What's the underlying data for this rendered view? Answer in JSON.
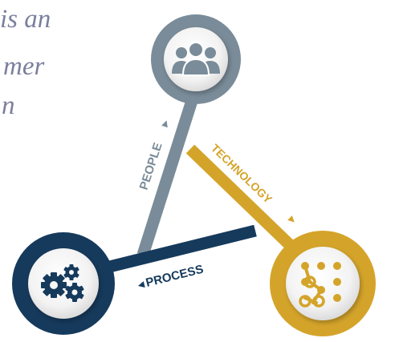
{
  "quote": {
    "line1": "is an",
    "line2": "mer",
    "line3": "n"
  },
  "labels": {
    "people": "PEOPLE",
    "technology": "TECHNOLOGY",
    "process": "PROCESS"
  },
  "colors": {
    "people": "#7a8c99",
    "technology": "#d4a42a",
    "process": "#163a5c",
    "quote_text": "#7a7f9e"
  },
  "icons": {
    "people": "people-group-icon",
    "process": "gears-icon",
    "technology": "circuit-nodes-icon"
  }
}
